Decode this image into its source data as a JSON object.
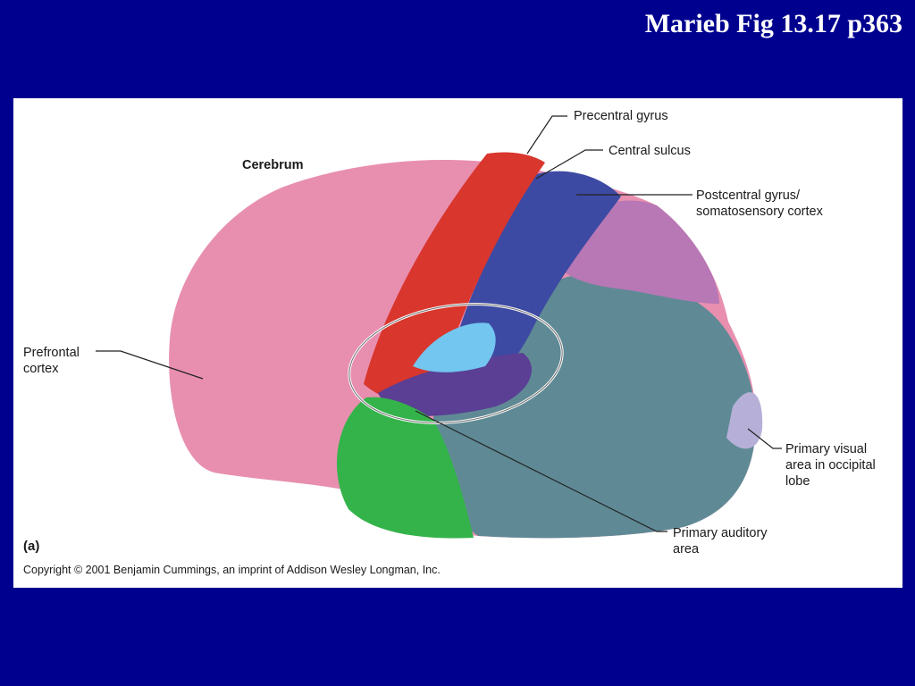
{
  "slide": {
    "title": "Marieb Fig 13.17 p363"
  },
  "figure": {
    "panel_letter": "(a)",
    "copyright": "Copyright © 2001 Benjamin Cummings, an imprint of Addison Wesley Longman, Inc.",
    "labels": {
      "cerebrum": "Cerebrum",
      "precentral_gyrus": "Precentral gyrus",
      "central_sulcus": "Central sulcus",
      "postcentral_gyrus": "Postcentral gyrus/\nsomatosensory cortex",
      "prefrontal_cortex": "Prefrontal\ncortex",
      "primary_visual": "Primary visual\narea in occipital\nlobe",
      "primary_auditory": "Primary auditory\narea"
    },
    "colors": {
      "slide_background": "#00008f",
      "prefrontal": "#e88fb0",
      "precentral": "#d9362e",
      "postcentral": "#3d4aa3",
      "parietal": "#b877b5",
      "temporal_occipital": "#5f8a95",
      "auditory": "#5a3f94",
      "insula_highlight": "#72c6ef",
      "frontal_green": "#34b34a",
      "visual_area": "#b6b0d8"
    }
  }
}
